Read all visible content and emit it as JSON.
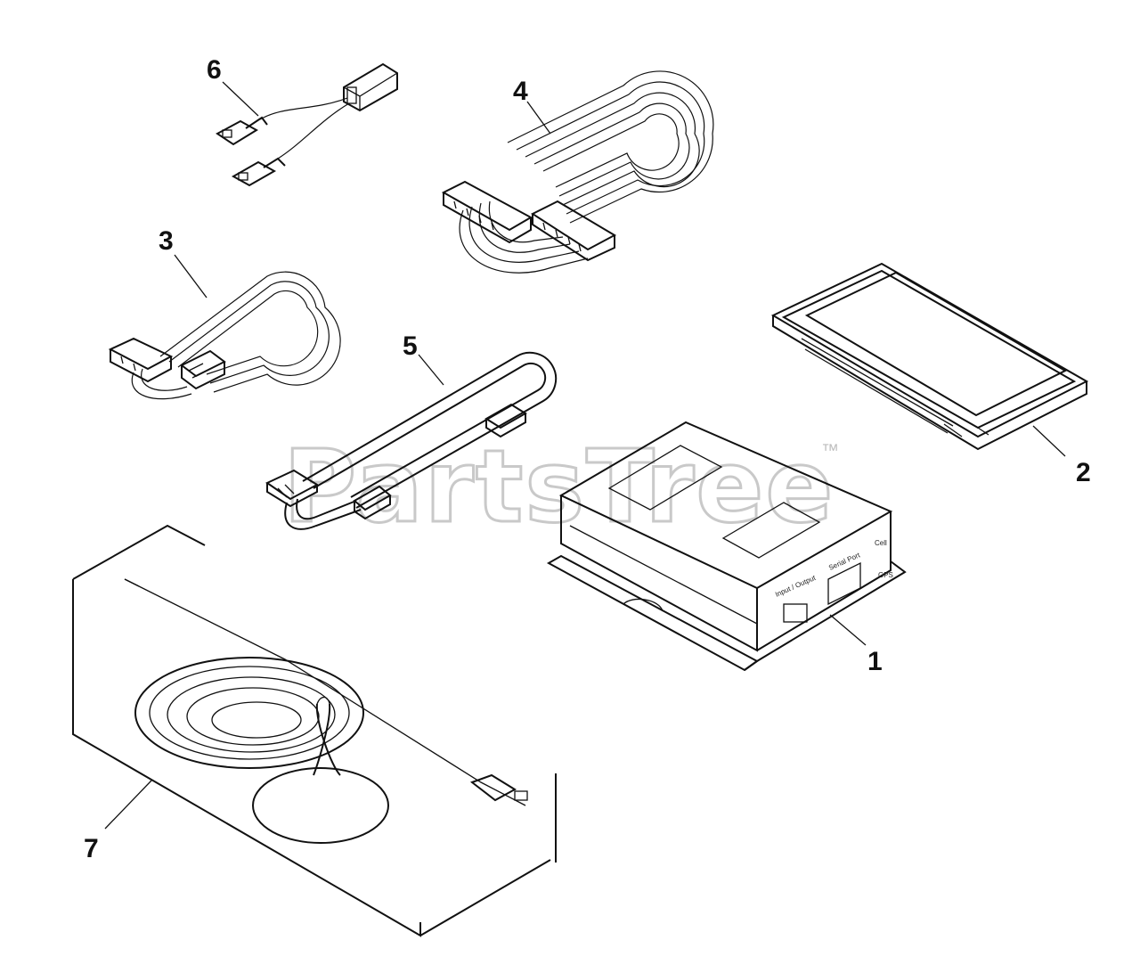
{
  "watermark": {
    "text": "PartsTree",
    "trademark": "™"
  },
  "callouts": [
    {
      "id": "1",
      "label": "1"
    },
    {
      "id": "2",
      "label": "2"
    },
    {
      "id": "3",
      "label": "3"
    },
    {
      "id": "4",
      "label": "4"
    },
    {
      "id": "5",
      "label": "5"
    },
    {
      "id": "6",
      "label": "6"
    },
    {
      "id": "7",
      "label": "7"
    }
  ],
  "module_labels": {
    "input_output": "Input / Output",
    "serial_port": "Serial Port",
    "cell": "Cell",
    "gps": "GPS"
  }
}
